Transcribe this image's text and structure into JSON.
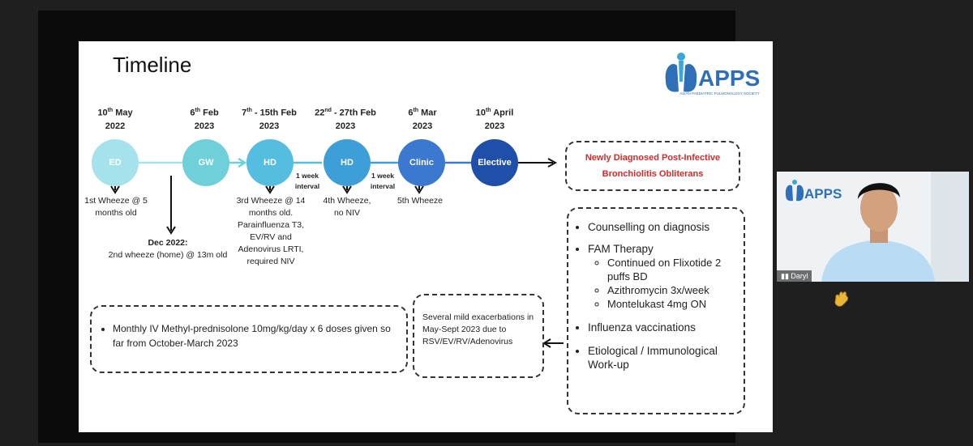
{
  "slide": {
    "title": "Timeline",
    "logo_text": "APPS",
    "logo_subtext": "ASIAN PAEDIATRIC PULMONOLOGY SOCIETY",
    "timeline": [
      {
        "date_day": "10",
        "date_suffix": "th",
        "date_rest": "May",
        "date_year": "2022",
        "node": "ED",
        "color": "#a5e2ec"
      },
      {
        "date_day": "6",
        "date_suffix": "th",
        "date_rest": "Feb",
        "date_year": "2023",
        "node": "GW",
        "color": "#6fd0d9"
      },
      {
        "date_day": "7",
        "date_suffix": "th",
        "date_rest": "- 15th Feb",
        "date_year": "2023",
        "node": "HD",
        "color": "#55bde0"
      },
      {
        "date_day": "22",
        "date_suffix": "nd",
        "date_rest": "- 27th Feb",
        "date_year": "2023",
        "node": "HD",
        "color": "#3e9fd8"
      },
      {
        "date_day": "6",
        "date_suffix": "th",
        "date_rest": "Mar",
        "date_year": "2023",
        "node": "Clinic",
        "color": "#3b78d0"
      },
      {
        "date_day": "10",
        "date_suffix": "th",
        "date_rest": "April",
        "date_year": "2023",
        "node": "Elective",
        "color": "#1f4fa8"
      }
    ],
    "events": {
      "e1": "1st Wheeze @ 5 months old",
      "e2_head": "Dec 2022:",
      "e2_body": "2nd wheeze (home) @ 13m old",
      "e3": "3rd Wheeze @ 14 months old. Parainfluenza T3, EV/RV and Adenovirus LRTI, required NIV",
      "e4": "4th Wheeze, no NIV",
      "e5": "5th Wheeze"
    },
    "interval_label": "1 week interval",
    "diagnosis": "Newly Diagnosed Post-Infective Bronchiolitis Obliterans",
    "care": {
      "counselling": "Counselling on diagnosis",
      "fam": "FAM Therapy",
      "fam_items": [
        "Continued on Flixotide 2 puffs BD",
        "Azithromycin 3x/week",
        "Montelukast 4mg ON"
      ],
      "influenza": "Influenza vaccinations",
      "workup": "Etiological / Immunological Work-up"
    },
    "exacerbations": "Several mild exacerbations in May-Sept 2023 due to RSV/EV/RV/Adenovirus",
    "steroids": "Monthly IV Methyl-prednisolone 10mg/kg/day x 6 doses given so far from October-March 2023"
  },
  "participant": {
    "name": "Daryl",
    "logo_text": "APPS",
    "reaction_icon": "clapping-hands-icon"
  }
}
